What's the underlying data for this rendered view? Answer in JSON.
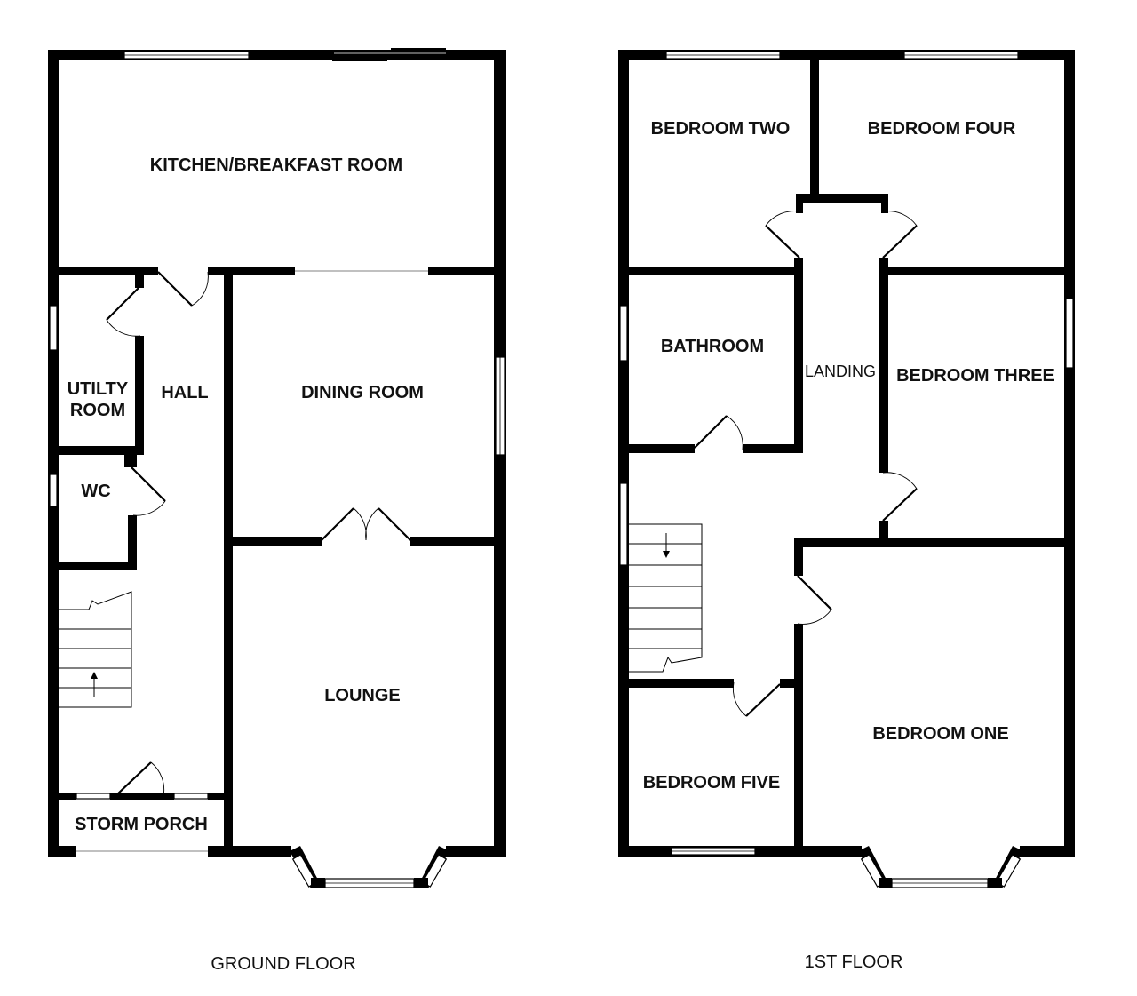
{
  "ground_floor": {
    "title": "GROUND FLOOR",
    "rooms": {
      "kitchen": "KITCHEN/BREAKFAST ROOM",
      "utility_line1": "UTILTY",
      "utility_line2": "ROOM",
      "hall": "HALL",
      "dining": "DINING ROOM",
      "wc": "WC",
      "lounge": "LOUNGE",
      "porch": "STORM PORCH"
    }
  },
  "first_floor": {
    "title": "1ST FLOOR",
    "rooms": {
      "bedroom_two": "BEDROOM TWO",
      "bedroom_four": "BEDROOM FOUR",
      "bathroom": "BATHROOM",
      "landing": "LANDING",
      "bedroom_three": "BEDROOM THREE",
      "bedroom_one": "BEDROOM ONE",
      "bedroom_five": "BEDROOM FIVE"
    }
  }
}
